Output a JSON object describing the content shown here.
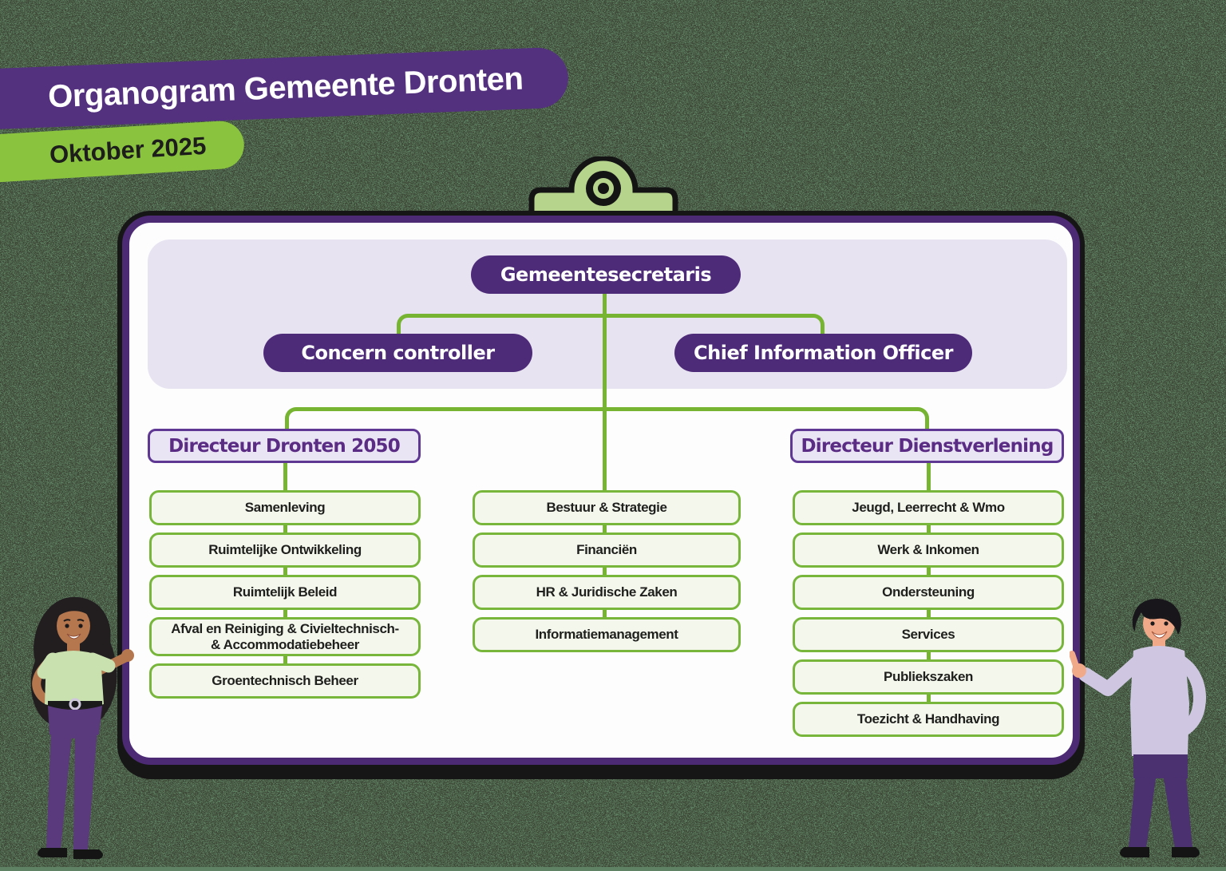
{
  "header": {
    "title": "Organogram Gemeente Dronten",
    "date": "Oktober 2025"
  },
  "org": {
    "root": "Gemeentesecretaris",
    "staff": [
      "Concern controller",
      "Chief Information Officer"
    ],
    "directors": [
      "Directeur Dronten 2050",
      "Directeur Dienstverlening"
    ],
    "columns": {
      "dronten2050": [
        "Samenleving",
        "Ruimtelijke Ontwikkeling",
        "Ruimtelijk Beleid",
        "Afval en Reiniging & Civieltechnisch-\n& Accommodatiebeheer",
        "Groentechnisch Beheer"
      ],
      "staf": [
        "Bestuur & Strategie",
        "Financiën",
        "HR & Juridische Zaken",
        "Informatiemanagement"
      ],
      "dienstverlening": [
        "Jeugd, Leerrecht & Wmo",
        "Werk & Inkomen",
        "Ondersteuning",
        "Services",
        "Publiekszaken",
        "Toezicht & Handhaving"
      ]
    }
  },
  "colors": {
    "banner_purple": "#54317f",
    "banner_green": "#8ac43f",
    "pill_purple": "#4e2b78",
    "board_border_purple": "#4c2a74",
    "connector_green": "#76b432",
    "dept_border_green": "#77b63a",
    "dept_fill": "#f3f7ec",
    "panel_lavender": "#e7e3f1",
    "director_purple": "#5b2c83",
    "clip_green": "#b7d48d",
    "background_green": "#5f8264"
  }
}
